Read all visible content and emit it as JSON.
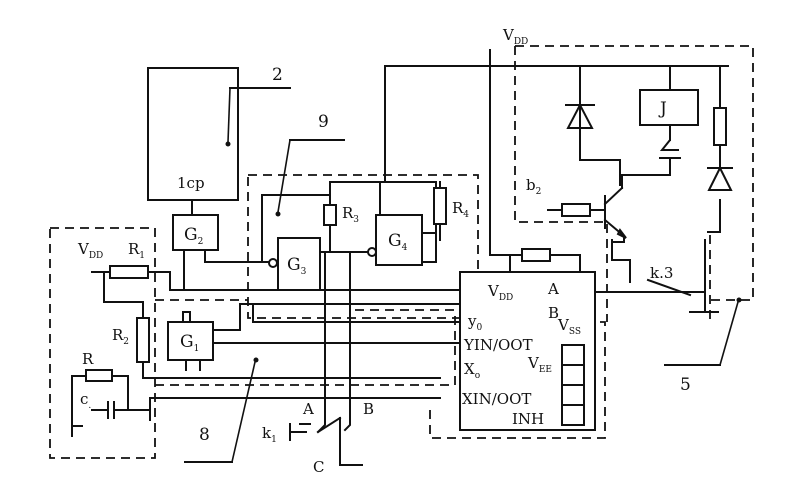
{
  "labels": {
    "num2": "2",
    "num9": "9",
    "num8": "8",
    "num5": "5",
    "cp": "1cp",
    "G": "G",
    "g2": "2",
    "g3": "3",
    "g4": "4",
    "g1": "1",
    "R": "R",
    "r1": "1",
    "r2": "2",
    "r3": "3",
    "r4": "4",
    "V": "V",
    "dd": "DD",
    "ss": "SS",
    "ee": "EE",
    "J": "J",
    "b": "b",
    "b2": "2",
    "k3": "k.3",
    "k": "k",
    "k1": "1",
    "A": "A",
    "B": "B",
    "C": "C",
    "c": "c",
    "y": "y",
    "y0": "0",
    "YIN": "YIN/OOT",
    "X": "X",
    "X0": "o",
    "XIN": "XIN/OOT",
    "INH": "INH"
  }
}
